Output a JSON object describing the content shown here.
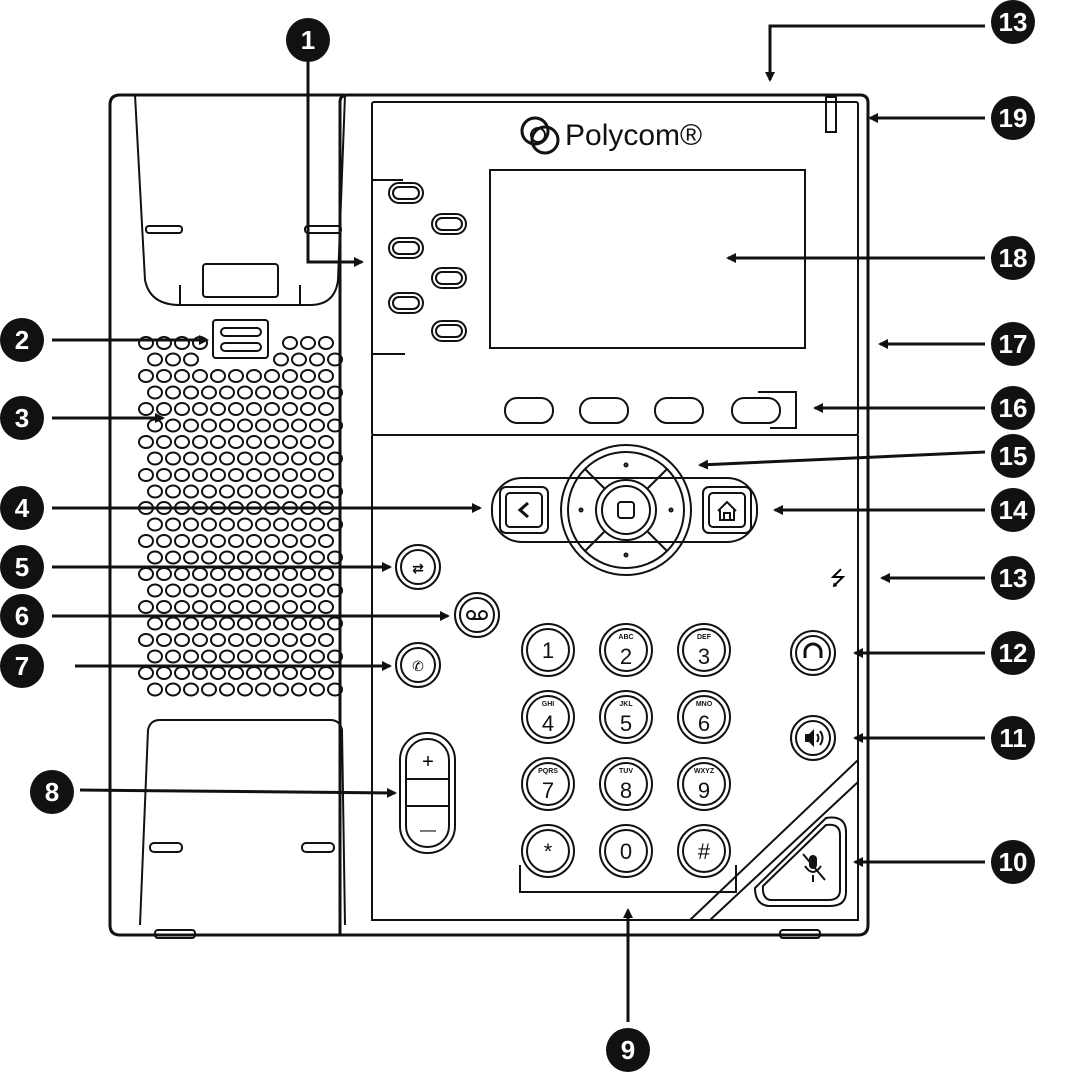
{
  "title": "Polycom phone hardware features",
  "logo": {
    "text": "Polycom®"
  },
  "keypad": [
    {
      "digit": "1",
      "letters": ""
    },
    {
      "digit": "2",
      "letters": "ABC"
    },
    {
      "digit": "3",
      "letters": "DEF"
    },
    {
      "digit": "4",
      "letters": "GHI"
    },
    {
      "digit": "5",
      "letters": "JKL"
    },
    {
      "digit": "6",
      "letters": "MNO"
    },
    {
      "digit": "7",
      "letters": "PQRS"
    },
    {
      "digit": "8",
      "letters": "TUV"
    },
    {
      "digit": "9",
      "letters": "WXYZ"
    },
    {
      "digit": "*",
      "letters": ""
    },
    {
      "digit": "0",
      "letters": ""
    },
    {
      "digit": "#",
      "letters": ""
    }
  ],
  "volume": {
    "plus": "+",
    "minus": "—"
  },
  "callouts": [
    "1",
    "2",
    "3",
    "4",
    "5",
    "6",
    "7",
    "8",
    "9",
    "10",
    "11",
    "12",
    "13",
    "13",
    "14",
    "15",
    "16",
    "17",
    "18",
    "19"
  ]
}
